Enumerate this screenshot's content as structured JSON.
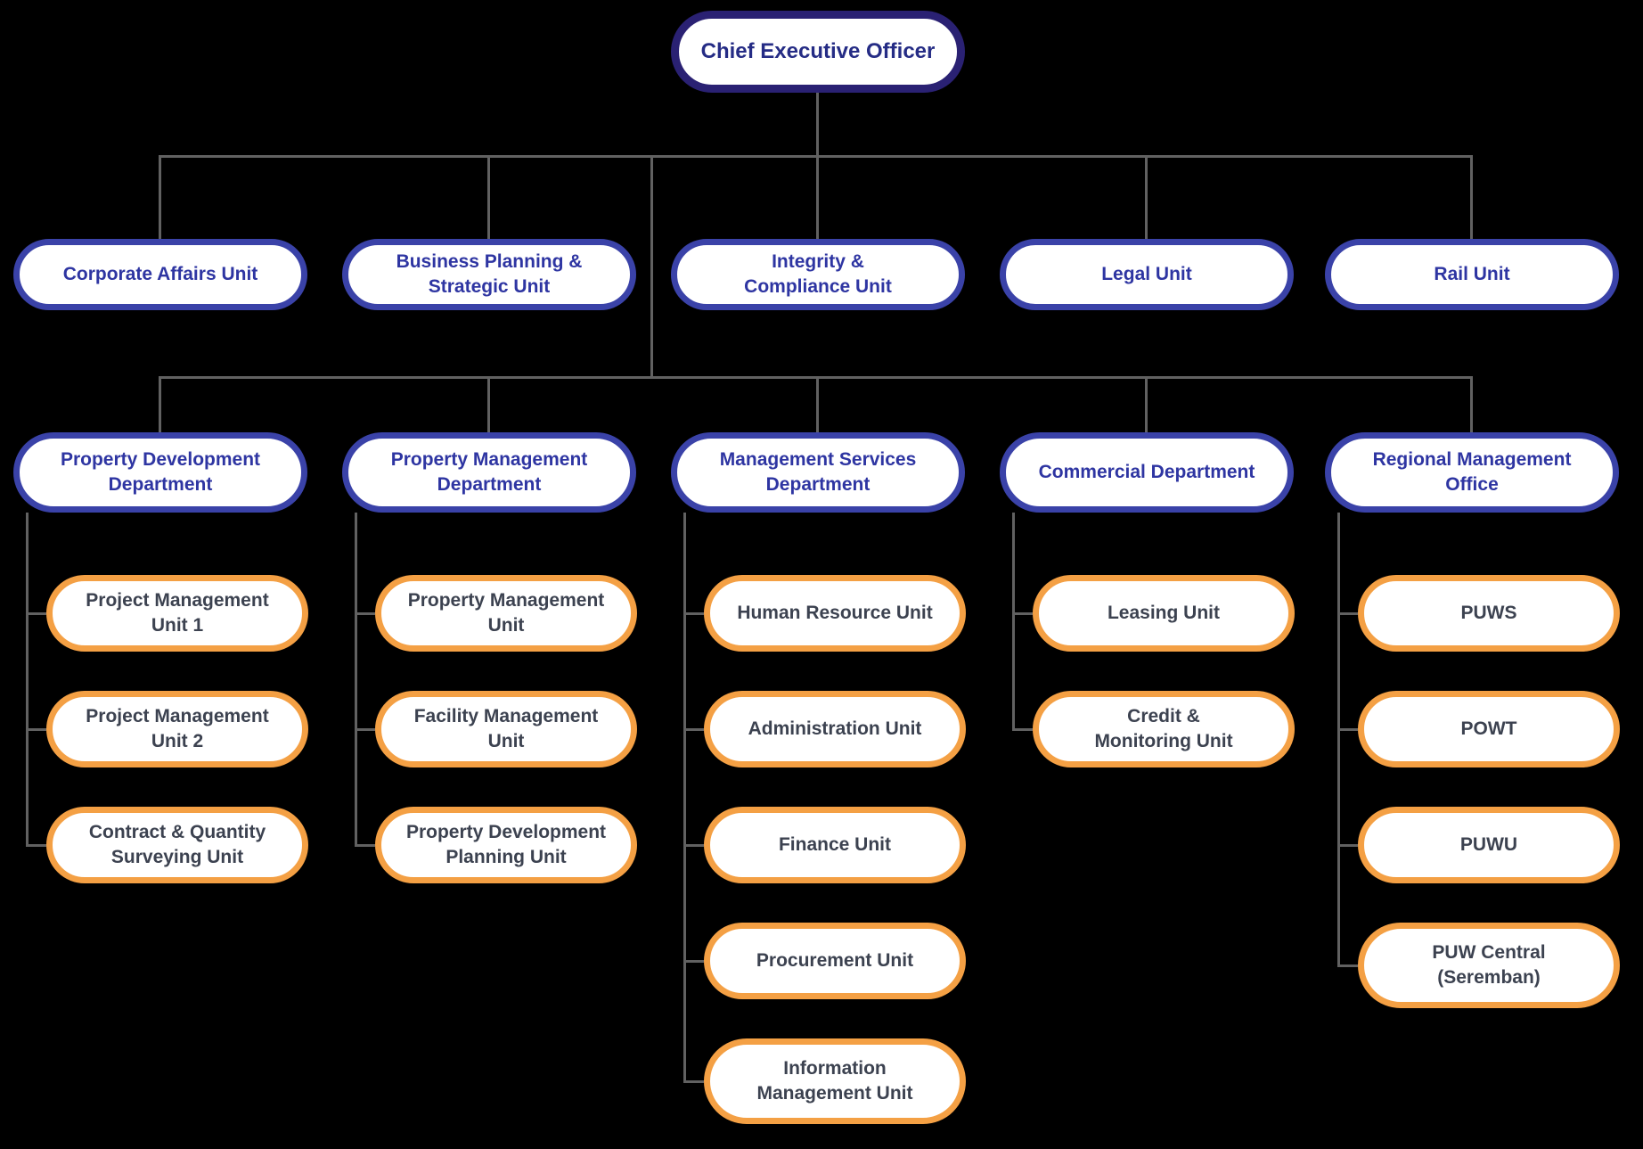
{
  "colors": {
    "background": "#000000",
    "connector_gray": "#616161",
    "ceo_border": "#2a2173",
    "ceo_text": "#252c85",
    "tier_border_blue": "#3a42a8",
    "tier_text_blue": "#2e35a2",
    "child_border_orange": "#f4a044",
    "child_text_slate": "#3c4250",
    "node_fill": "#ffffff"
  },
  "org": {
    "ceo": {
      "line1": "Chief Executive Officer"
    },
    "units": [
      {
        "line1": "Corporate Affairs Unit",
        "line2": ""
      },
      {
        "line1": "Business Planning &",
        "line2": "Strategic Unit"
      },
      {
        "line1": "Integrity &",
        "line2": "Compliance Unit"
      },
      {
        "line1": "Legal Unit",
        "line2": ""
      },
      {
        "line1": "Rail Unit",
        "line2": ""
      }
    ],
    "departments": [
      {
        "line1": "Property Development",
        "line2": "Department",
        "children": [
          {
            "line1": "Project Management",
            "line2": "Unit 1"
          },
          {
            "line1": "Project Management",
            "line2": "Unit 2"
          },
          {
            "line1": "Contract & Quantity",
            "line2": "Surveying Unit"
          }
        ]
      },
      {
        "line1": "Property Management",
        "line2": "Department",
        "children": [
          {
            "line1": "Property Management",
            "line2": "Unit"
          },
          {
            "line1": "Facility Management",
            "line2": "Unit"
          },
          {
            "line1": "Property Development",
            "line2": "Planning Unit"
          }
        ]
      },
      {
        "line1": "Management Services",
        "line2": "Department",
        "children": [
          {
            "line1": "Human Resource Unit",
            "line2": ""
          },
          {
            "line1": "Administration Unit",
            "line2": ""
          },
          {
            "line1": "Finance Unit",
            "line2": ""
          },
          {
            "line1": "Procurement Unit",
            "line2": ""
          },
          {
            "line1": "Information",
            "line2": "Management Unit"
          }
        ]
      },
      {
        "line1": "Commercial Department",
        "line2": "",
        "children": [
          {
            "line1": "Leasing Unit",
            "line2": ""
          },
          {
            "line1": "Credit &",
            "line2": "Monitoring Unit"
          }
        ]
      },
      {
        "line1": "Regional Management",
        "line2": "Office",
        "children": [
          {
            "line1": "PUWS",
            "line2": ""
          },
          {
            "line1": "POWT",
            "line2": ""
          },
          {
            "line1": "PUWU",
            "line2": ""
          },
          {
            "line1": "PUW Central",
            "line2": "(Seremban)"
          }
        ]
      }
    ]
  }
}
